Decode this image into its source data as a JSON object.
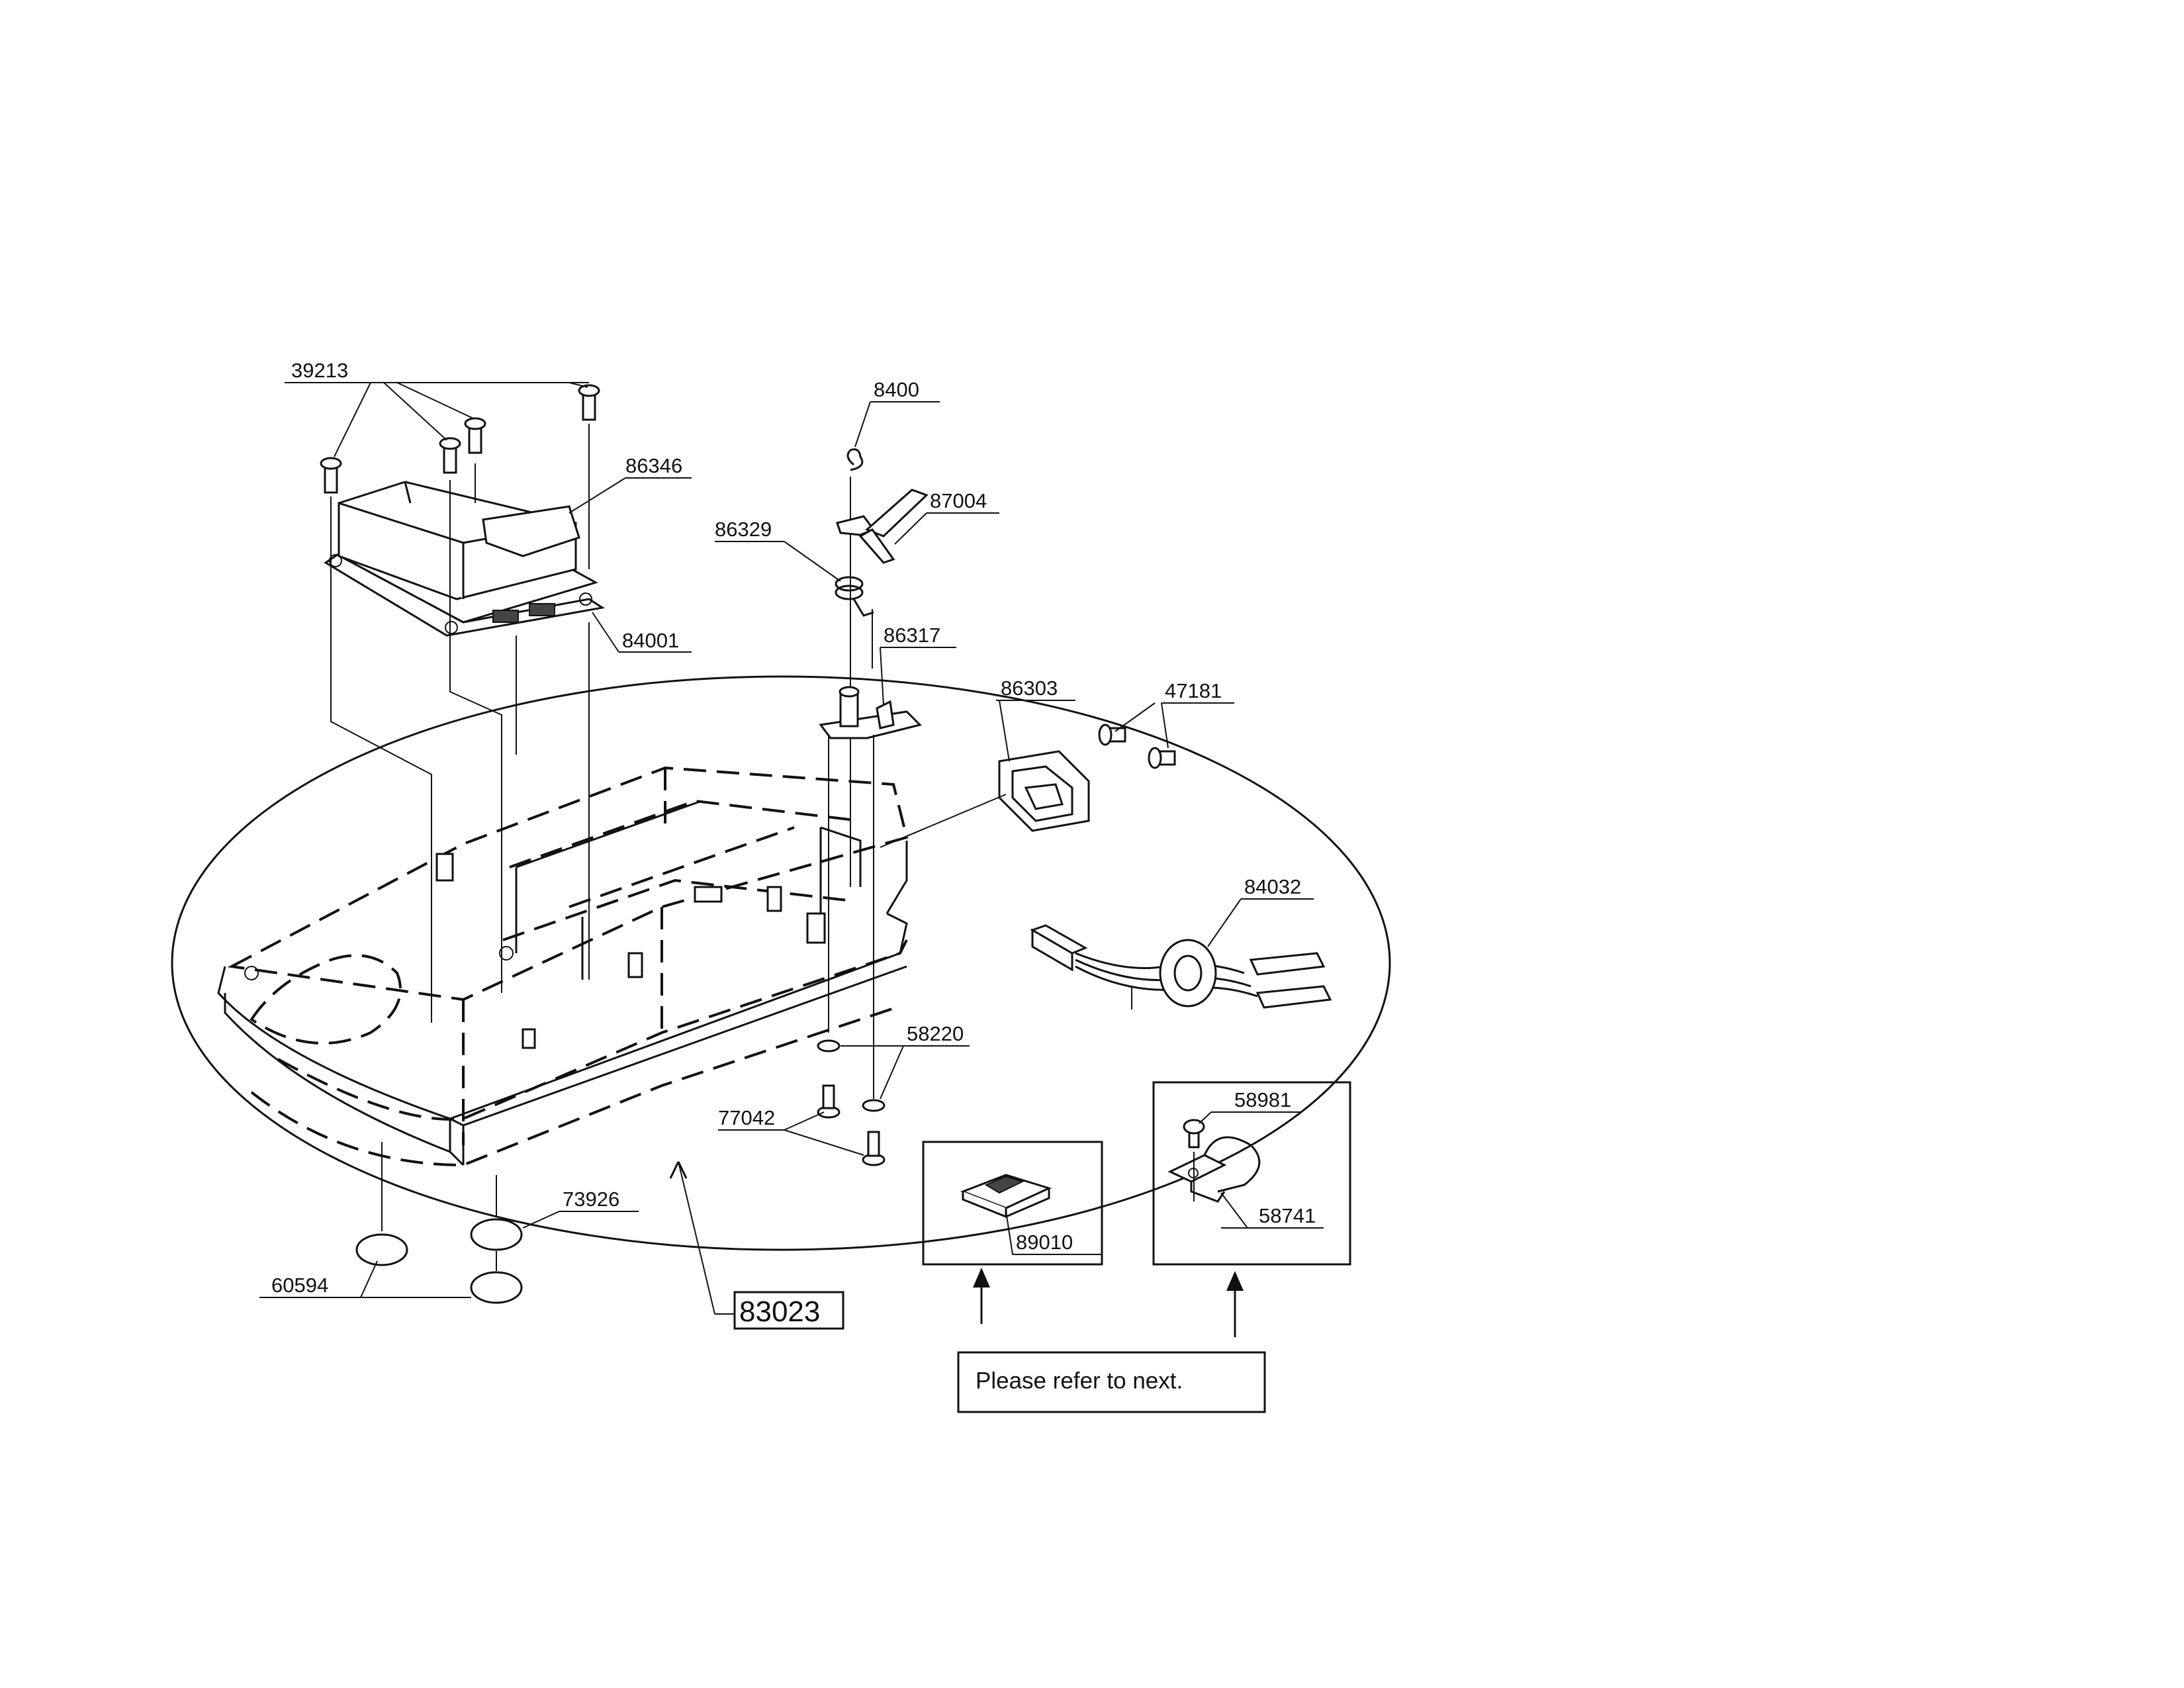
{
  "parts": {
    "p39213": "39213",
    "p86346": "86346",
    "p84001": "84001",
    "p8400": "8400",
    "p87004": "87004",
    "p86329": "86329",
    "p86317": "86317",
    "p86303": "86303",
    "p47181": "47181",
    "p84032": "84032",
    "p58220": "58220",
    "p77042": "77042",
    "p73926": "73926",
    "p60594": "60594",
    "p83023": "83023",
    "p58981": "58981",
    "p58741": "58741",
    "p89010": "89010"
  },
  "note": "Please refer to next.",
  "icons": {
    "arrow_left": "up-arrow-icon",
    "arrow_right": "up-arrow-icon"
  }
}
